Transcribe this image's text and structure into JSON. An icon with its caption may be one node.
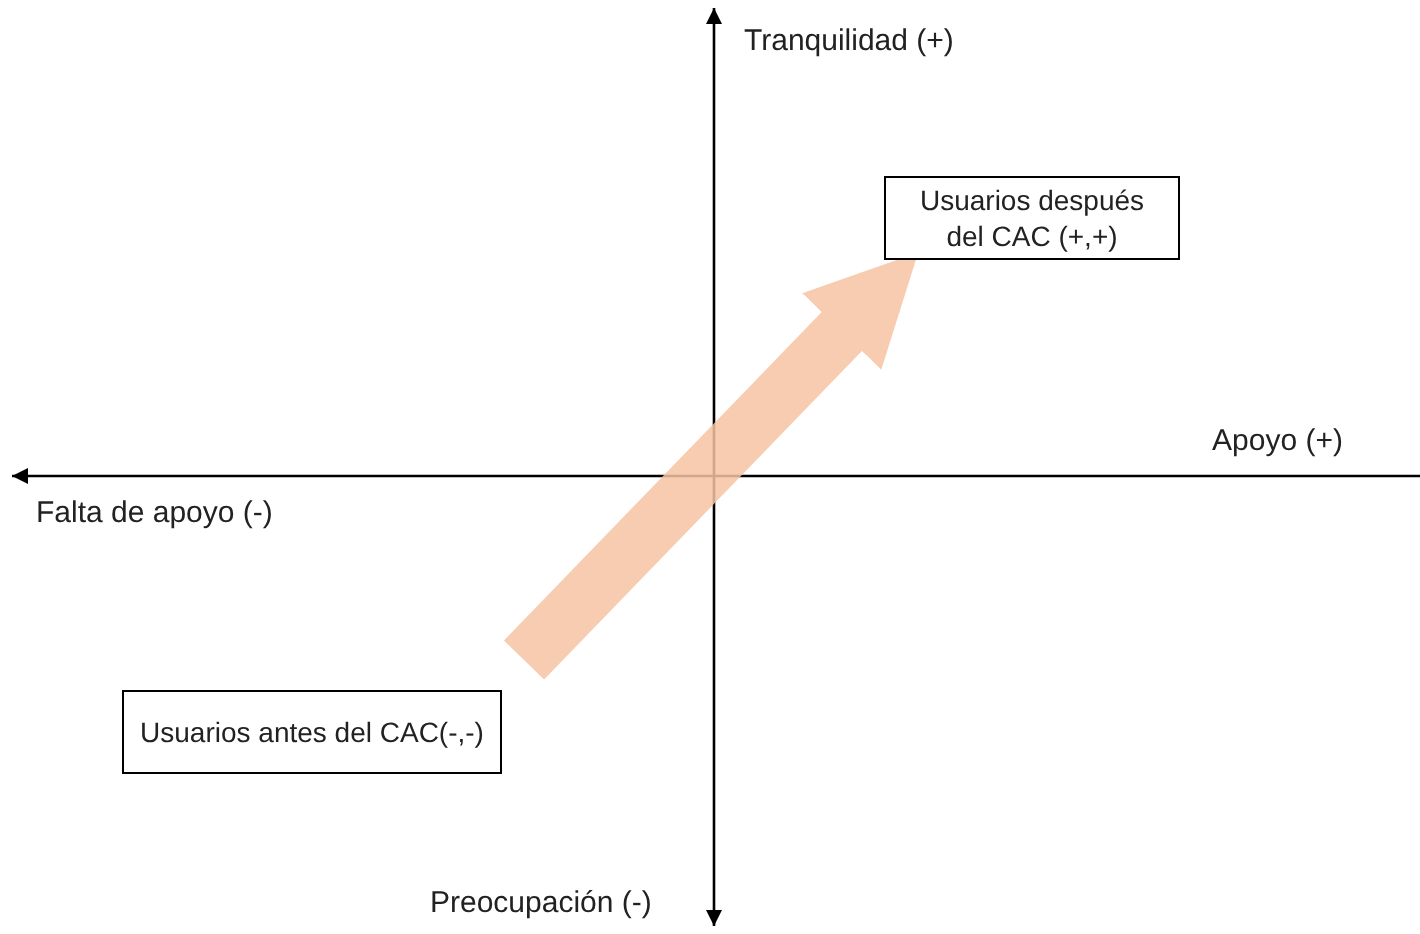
{
  "diagram": {
    "nodes": [
      {
        "text": [
          "Usuarios después del CAC (+,+)"
        ]
      },
      {
        "text": [
          "Usuarios antes del CAC(-,-)"
        ]
      }
    ],
    "edges": [
      {
        "from": 1,
        "to": 0,
        "arrow": "to",
        "color": "#f6c4a3"
      }
    ],
    "labels": [
      "Tranquilidad (+)",
      "Apoyo (+)",
      "Falta de apoyo (-)",
      "Preocupación (-)"
    ]
  }
}
